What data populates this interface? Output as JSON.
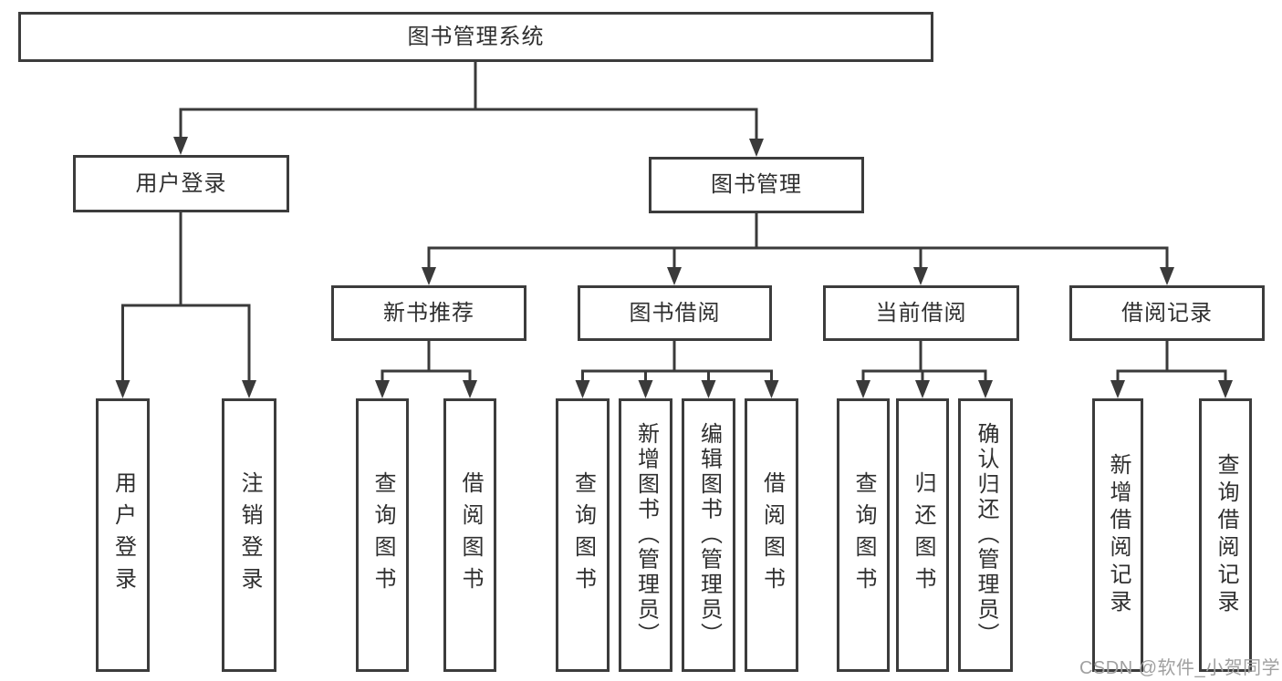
{
  "nodes": {
    "root": "图书管理系统",
    "user_login": "用户登录",
    "book_management": "图书管理",
    "new_book_recommend": "新书推荐",
    "book_borrow": "图书借阅",
    "current_borrow": "当前借阅",
    "borrow_record": "借阅记录",
    "leaf_user_login": "用户登录",
    "leaf_logout": "注销登录",
    "nb_query_book": "查询图书",
    "nb_borrow_book": "借阅图书",
    "bb_query_book": "查询图书",
    "bb_add_book": "新增图书（管理员）",
    "bb_edit_book": "编辑图书（管理员）",
    "bb_borrow_book": "借阅图书",
    "cb_query_book": "查询图书",
    "cb_return_book": "归还图书",
    "cb_confirm_return": "确认归还（管理员）",
    "br_add_record": "新增借阅记录",
    "br_query_record": "查询借阅记录"
  },
  "watermark": {
    "text": "CSDN @软件_小贺同学",
    "color": "#a0a0a0"
  },
  "colors": {
    "line": "#3a3a3a",
    "box_border": "#3c3c3c",
    "text": "#2f2f2f",
    "background": "#ffffff"
  }
}
